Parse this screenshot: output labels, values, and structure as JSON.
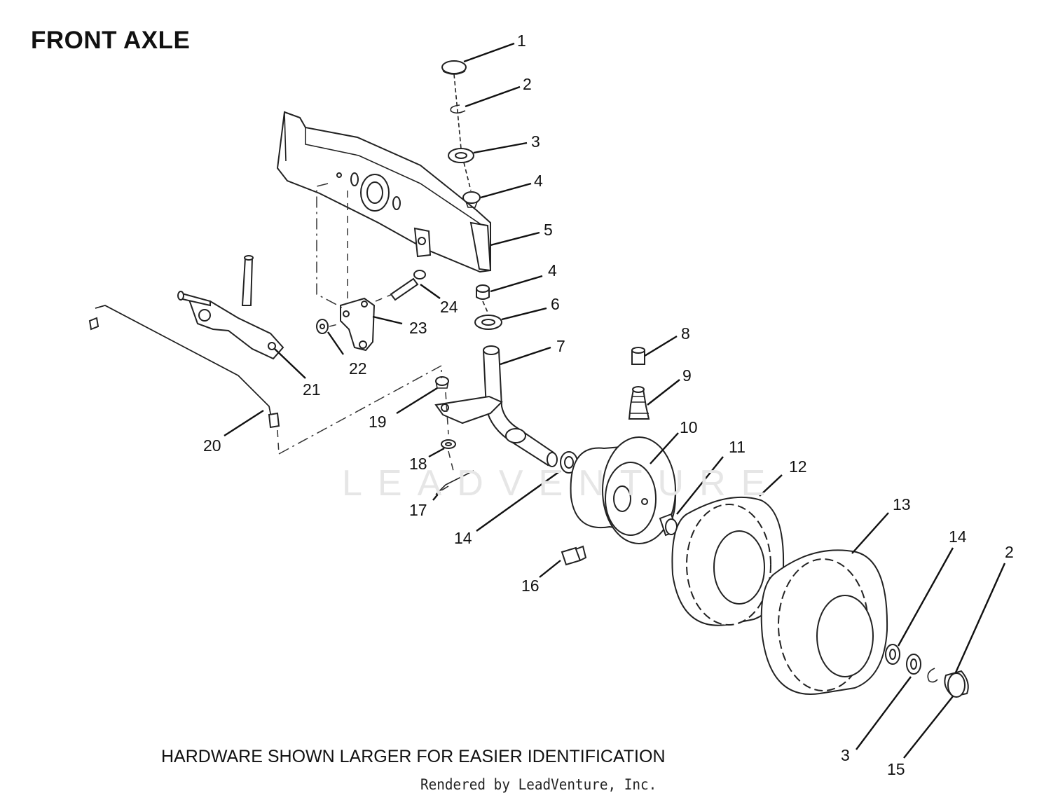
{
  "title": "FRONT AXLE",
  "note": "HARDWARE SHOWN LARGER FOR EASIER IDENTIFICATION",
  "credit": "Rendered by LeadVenture, Inc.",
  "watermark": "LEADVENTURE",
  "callouts": [
    "1",
    "2",
    "3",
    "4",
    "5",
    "4",
    "6",
    "7",
    "8",
    "9",
    "10",
    "11",
    "12",
    "13",
    "14",
    "2",
    "24",
    "23",
    "22",
    "21",
    "20",
    "19",
    "18",
    "17",
    "14",
    "16",
    "3",
    "15"
  ]
}
